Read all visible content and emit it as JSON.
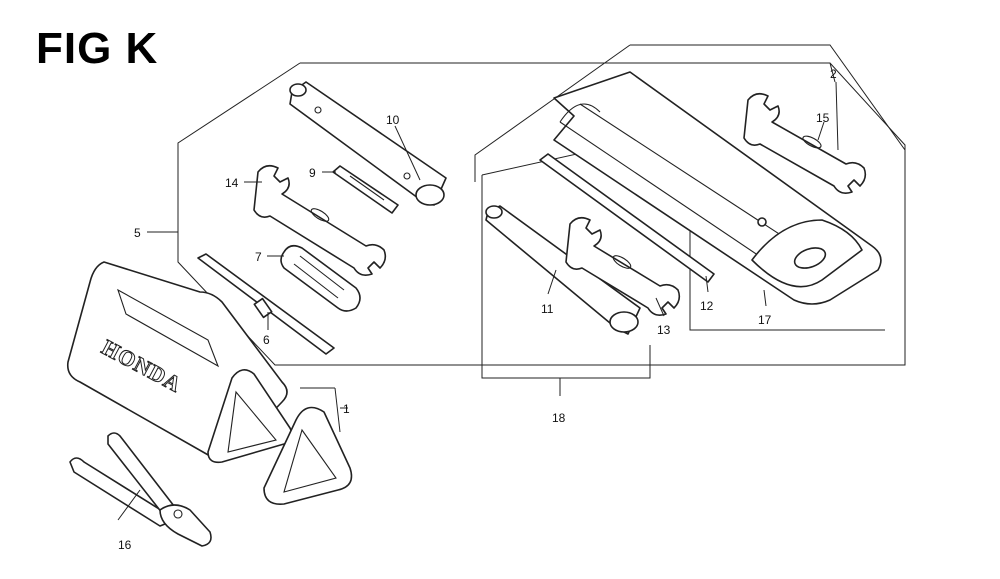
{
  "figure": {
    "title": "FIG K"
  },
  "brand_text": "HONDA",
  "callouts": [
    "1",
    "2",
    "5",
    "6",
    "7",
    "9",
    "10",
    "11",
    "12",
    "13",
    "14",
    "15",
    "16",
    "17",
    "18"
  ]
}
